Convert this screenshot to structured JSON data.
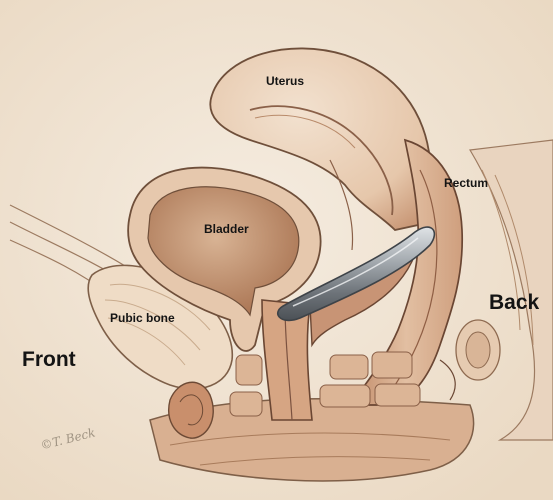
{
  "labels": {
    "uterus": "Uterus",
    "bladder": "Bladder",
    "rectum": "Rectum",
    "pubic_bone": "Pubic bone",
    "front": "Front",
    "back": "Back"
  },
  "signature": "©T. Beck",
  "colors": {
    "background": "#f3e8d8",
    "tissue_light": "#ecd3bd",
    "tissue_mid": "#d8ae8d",
    "tissue_dark": "#a9704e",
    "ring": "#8d9399"
  }
}
